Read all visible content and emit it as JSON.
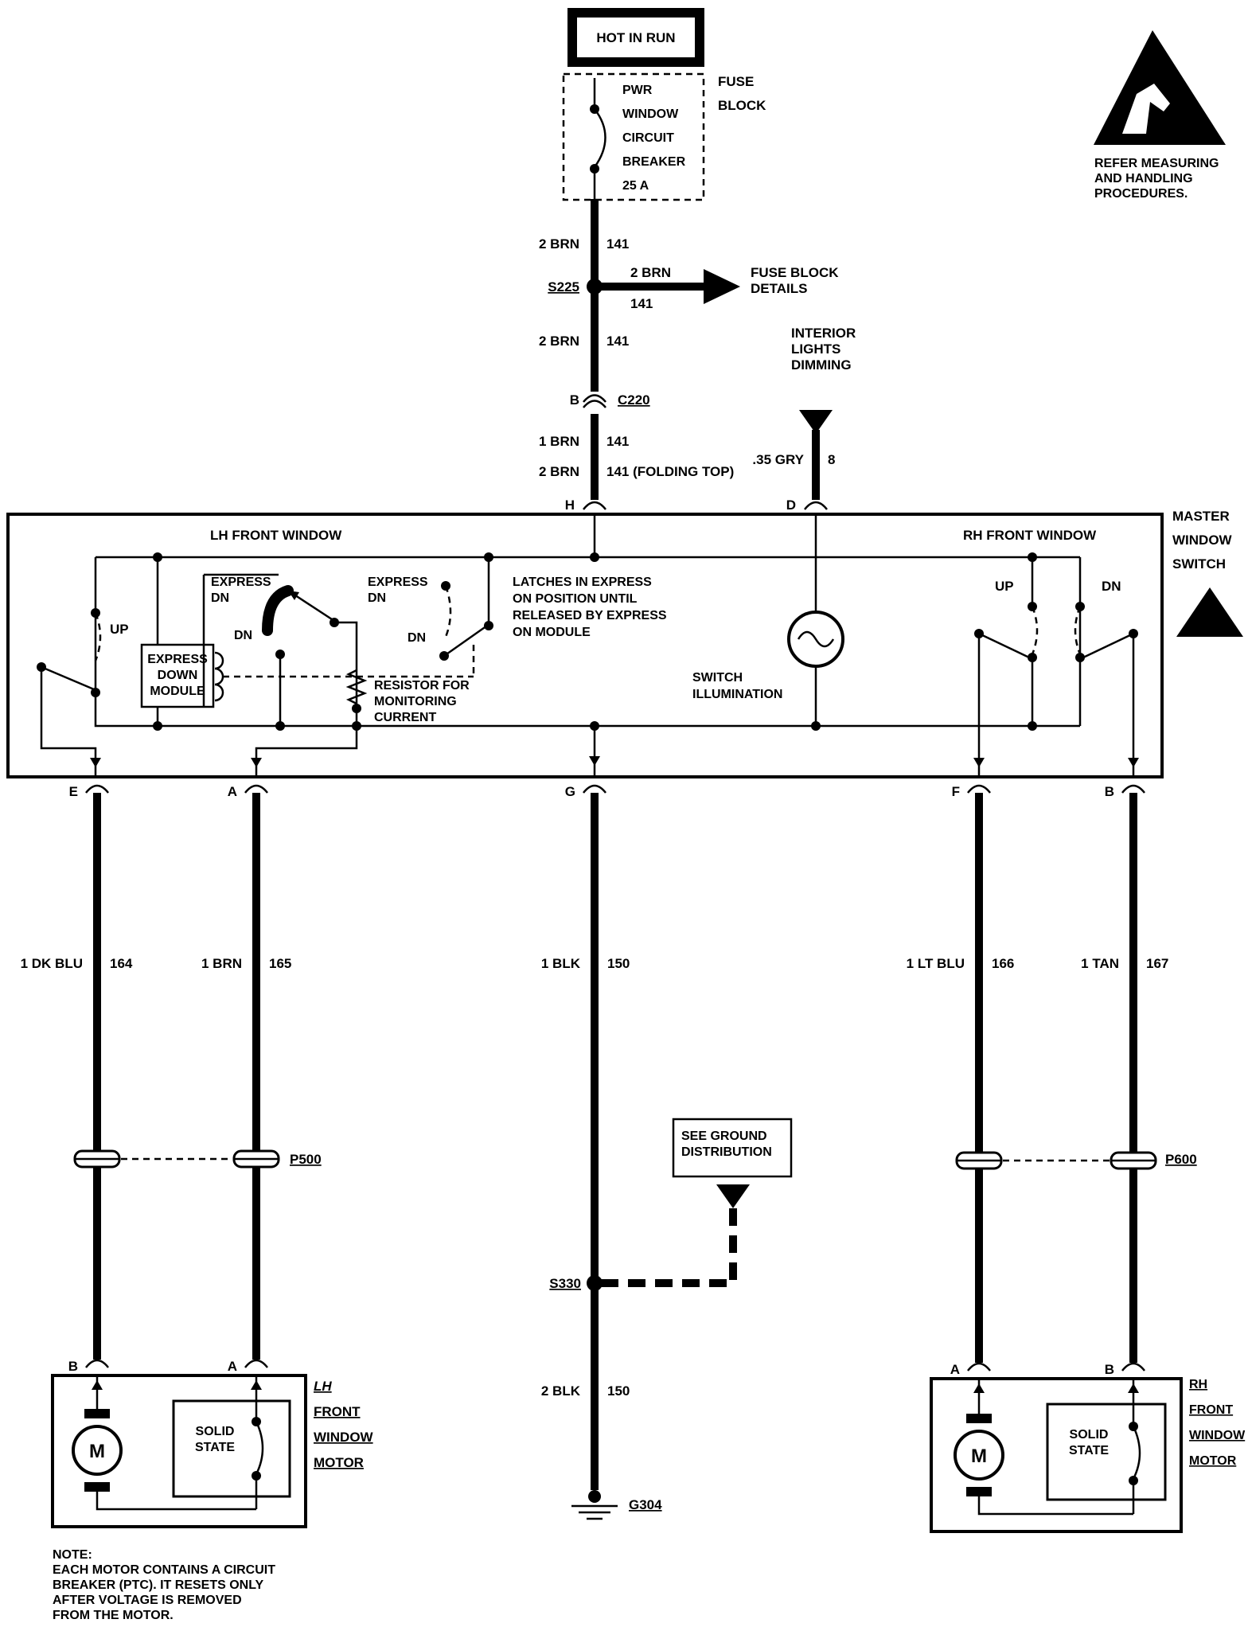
{
  "power": {
    "hot_in_run": "HOT IN RUN",
    "breaker_lines": [
      "PWR",
      "WINDOW",
      "CIRCUIT",
      "BREAKER",
      "25 A"
    ],
    "fuse_block_lines": [
      "FUSE",
      "BLOCK"
    ]
  },
  "warning": {
    "lines": [
      "REFER MEASURING",
      "AND HANDLING",
      "PROCEDURES."
    ]
  },
  "feed": {
    "w1_gauge": "2 BRN",
    "w1_circuit": "141",
    "splice": "S225",
    "branch_gauge": "2 BRN",
    "branch_circuit": "141",
    "branch_target_lines": [
      "FUSE BLOCK",
      "DETAILS"
    ],
    "w2_gauge": "2 BRN",
    "w2_circuit": "141",
    "connector_pin": "B",
    "connector": "C220",
    "w3_gauge": "1 BRN",
    "w3_circuit": "141",
    "w4_gauge": "2 BRN",
    "w4_circuit": "141 (FOLDING TOP)"
  },
  "dimming": {
    "lines": [
      "INTERIOR",
      "LIGHTS",
      "DIMMING"
    ],
    "gauge": ".35 GRY",
    "circuit": "8"
  },
  "master_switch": {
    "name_lines": [
      "MASTER",
      "WINDOW",
      "SWITCH"
    ],
    "lh_title": "LH FRONT WINDOW",
    "rh_title": "RH FRONT WINDOW",
    "express_dn_1": [
      "EXPRESS",
      "DN"
    ],
    "express_dn_2": [
      "EXPRESS",
      "DN"
    ],
    "up": "UP",
    "dn": "DN",
    "express_module_lines": [
      "EXPRESS",
      "DOWN",
      "MODULE"
    ],
    "resistor_lines": [
      "RESISTOR FOR",
      "MONITORING",
      "CURRENT"
    ],
    "latches_lines": [
      "LATCHES IN EXPRESS",
      "ON POSITION UNTIL",
      "RELEASED BY EXPRESS",
      "ON MODULE"
    ],
    "illumination_lines": [
      "SWITCH",
      "ILLUMINATION"
    ],
    "rh_up": "UP",
    "rh_dn": "DN",
    "pins": {
      "top_h": "H",
      "top_d": "D",
      "bot_e": "E",
      "bot_a": "A",
      "bot_g": "G",
      "bot_f": "F",
      "bot_b": "B"
    }
  },
  "circuits": [
    {
      "gauge": "1 DK BLU",
      "circuit": "164"
    },
    {
      "gauge": "1 BRN",
      "circuit": "165"
    },
    {
      "gauge": "1 BLK",
      "circuit": "150"
    },
    {
      "gauge": "1 LT BLU",
      "circuit": "166"
    },
    {
      "gauge": "1 TAN",
      "circuit": "167"
    }
  ],
  "connectors": {
    "lh": "P500",
    "rh": "P600"
  },
  "ground": {
    "see_lines": [
      "SEE GROUND",
      "DISTRIBUTION"
    ],
    "splice": "S330",
    "gauge": "2 BLK",
    "circuit": "150",
    "point": "G304"
  },
  "lh_motor": {
    "name_lines": [
      "LH",
      "FRONT",
      "WINDOW",
      "MOTOR"
    ],
    "pin_left": "B",
    "pin_right": "A",
    "motor_symbol": "M",
    "solid_state_lines": [
      "SOLID",
      "STATE"
    ]
  },
  "rh_motor": {
    "name_lines": [
      "RH",
      "FRONT",
      "WINDOW",
      "MOTOR"
    ],
    "pin_left": "A",
    "pin_right": "B",
    "motor_symbol": "M",
    "solid_state_lines": [
      "SOLID",
      "STATE"
    ]
  },
  "note": {
    "lines": [
      "NOTE:",
      "EACH MOTOR CONTAINS A CIRCUIT",
      "BREAKER (PTC). IT RESETS ONLY",
      "AFTER VOLTAGE IS REMOVED",
      "FROM THE MOTOR."
    ]
  }
}
